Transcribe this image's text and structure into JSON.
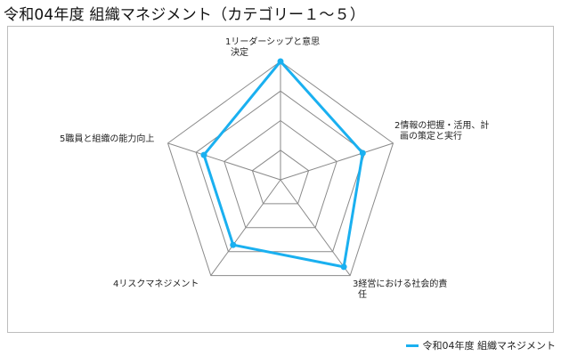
{
  "page": {
    "title": "令和04年度 組織マネジメント（カテゴリー１～５）"
  },
  "chart_data": {
    "type": "radar",
    "axes": [
      "1リーダーシップと意思決定",
      "2情報の把握・活用、計画の策定と実行",
      "3経営における社会的責任",
      "4リスクマネジメント",
      "5職員と組織の能力向上"
    ],
    "axis_label_lines": [
      [
        "1リーダーシップと意思",
        "決定"
      ],
      [
        "2情報の把握・活用、計",
        "画の策定と実行"
      ],
      [
        "3経営における社会的責",
        "任"
      ],
      [
        "4リスクマネジメント"
      ],
      [
        "5職員と組織の能力向上"
      ]
    ],
    "rmax": 1.0,
    "grid_rings": 4,
    "grid": true,
    "series": [
      {
        "name": "令和04年度 組織マネジメント",
        "values": [
          1.0,
          0.73,
          0.91,
          0.68,
          0.68
        ]
      }
    ],
    "legend_position": "bottom-right",
    "colors": {
      "series": "#1ab0f0",
      "grid": "#8a8a8a"
    }
  }
}
